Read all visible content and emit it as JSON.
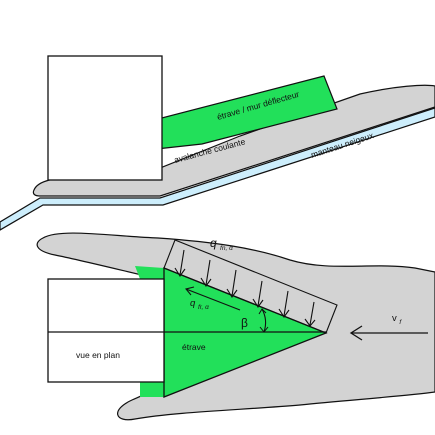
{
  "section_view": {
    "deflector_label": "étrave / mur déflecteur",
    "flow_label": "avalanche coulante",
    "snowpack_label": "manteau neigeux"
  },
  "plan_view": {
    "plan_label": "vue en plan",
    "wedge_label": "étrave",
    "load_outer": {
      "main": "q",
      "sub": "fn, α"
    },
    "load_inner": {
      "main": "q",
      "sub": "fr, α"
    },
    "angle_label": "β",
    "velocity": {
      "main": "v",
      "sub": "f"
    }
  },
  "colors": {
    "deflector_green": "#22e05a",
    "snow_gray": "#d3d3d3",
    "snowpack_blue": "#cdeefc",
    "outline": "#111111"
  }
}
